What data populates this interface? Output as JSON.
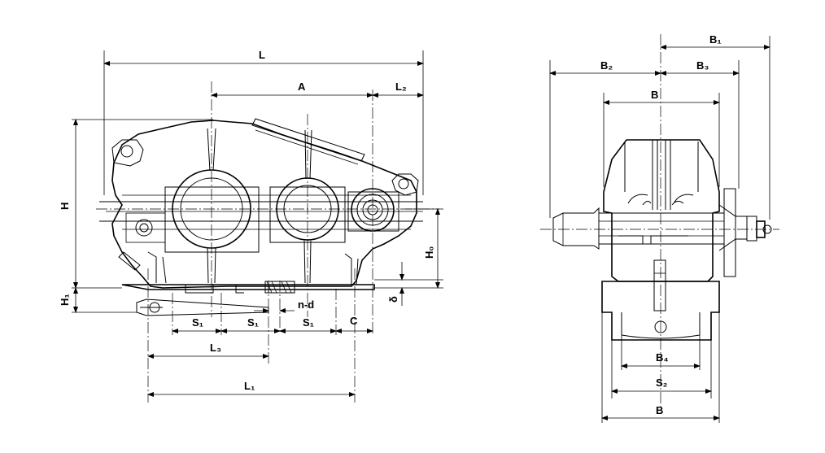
{
  "front_view": {
    "L": "L",
    "A": "A",
    "L2": "L₂",
    "H": "H",
    "H0": "H₀",
    "H1": "H₁",
    "delta": "δ",
    "nd": "n-d",
    "C": "C",
    "S1a": "S₁",
    "S1b": "S₁",
    "S1c": "S₁",
    "L3": "L₃",
    "L1": "L₁"
  },
  "side_view": {
    "B1": "B₁",
    "B2": "B₂",
    "B3": "B₃",
    "B_top": "B",
    "B4": "B₄",
    "S2": "S₂",
    "B_bottom": "B"
  }
}
